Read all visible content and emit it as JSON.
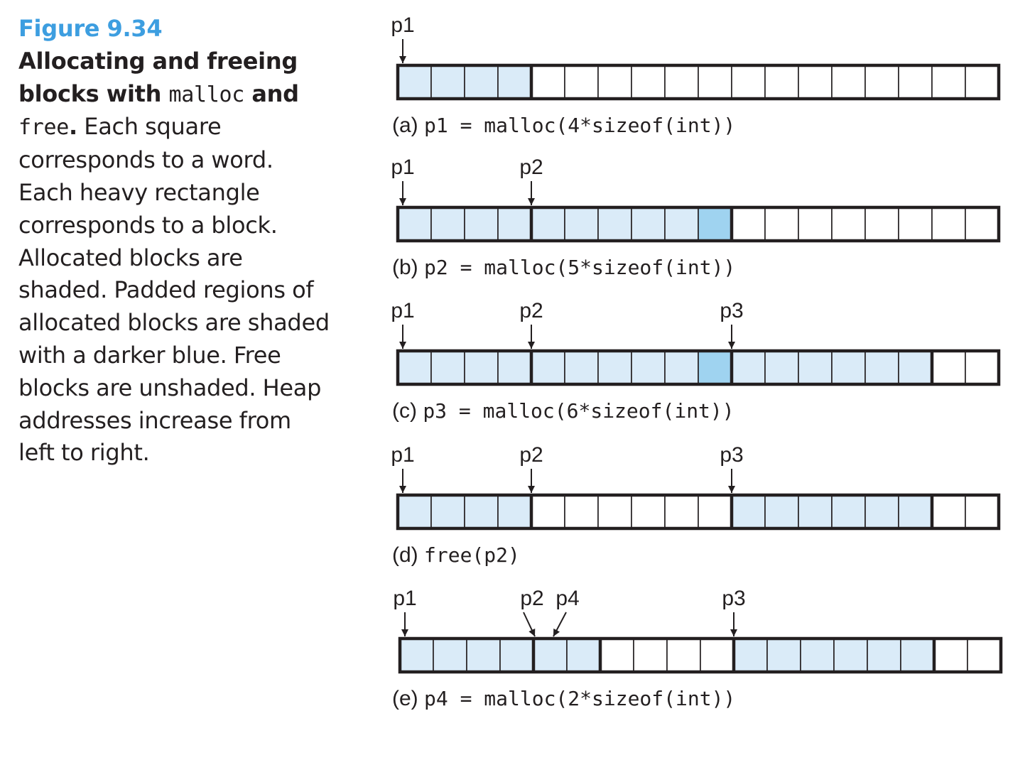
{
  "caption": {
    "figure_number": "Figure 9.34",
    "title_part1": "Allocating and freeing blocks with",
    "title_code1": "malloc",
    "title_part2": "and",
    "title_code2": "free",
    "title_part3": ".",
    "body": "Each square corresponds to a word. Each heavy rectangle corresponds to a block. Allocated blocks are shaded. Padded regions of allocated blocks are shaded with a darker blue. Free blocks are unshaded. Heap addresses increase from left to right."
  },
  "colors": {
    "allocated": "#daebf8",
    "padding": "#9fd3f0",
    "free": "#ffffff",
    "figure_accent": "#3d9ee0",
    "ink": "#231f20"
  },
  "word_count": 18,
  "rows": [
    {
      "id": "a",
      "prefix": "(a)",
      "code": "p1 = malloc(4*sizeof(int))",
      "blocks": [
        {
          "state": "allocated",
          "words": 4,
          "payload": 4
        },
        {
          "state": "free",
          "words": 14
        }
      ],
      "pointers": [
        {
          "label": "p1",
          "word": 0
        }
      ]
    },
    {
      "id": "b",
      "prefix": "(b)",
      "code": "p2 = malloc(5*sizeof(int))",
      "blocks": [
        {
          "state": "allocated",
          "words": 4,
          "payload": 4
        },
        {
          "state": "allocated",
          "words": 6,
          "payload": 5
        },
        {
          "state": "free",
          "words": 8
        }
      ],
      "pointers": [
        {
          "label": "p1",
          "word": 0
        },
        {
          "label": "p2",
          "word": 4
        }
      ]
    },
    {
      "id": "c",
      "prefix": "(c)",
      "code": "p3 = malloc(6*sizeof(int))",
      "blocks": [
        {
          "state": "allocated",
          "words": 4,
          "payload": 4
        },
        {
          "state": "allocated",
          "words": 6,
          "payload": 5
        },
        {
          "state": "allocated",
          "words": 6,
          "payload": 6
        },
        {
          "state": "free",
          "words": 2
        }
      ],
      "pointers": [
        {
          "label": "p1",
          "word": 0
        },
        {
          "label": "p2",
          "word": 4
        },
        {
          "label": "p3",
          "word": 10
        }
      ]
    },
    {
      "id": "d",
      "prefix": "(d)",
      "code": "free(p2)",
      "blocks": [
        {
          "state": "allocated",
          "words": 4,
          "payload": 4
        },
        {
          "state": "free",
          "words": 6
        },
        {
          "state": "allocated",
          "words": 6,
          "payload": 6
        },
        {
          "state": "free",
          "words": 2
        }
      ],
      "pointers": [
        {
          "label": "p1",
          "word": 0
        },
        {
          "label": "p2",
          "word": 4
        },
        {
          "label": "p3",
          "word": 10
        }
      ]
    },
    {
      "id": "e",
      "prefix": "(e)",
      "code": "p4 = malloc(2*sizeof(int))",
      "blocks": [
        {
          "state": "allocated",
          "words": 4,
          "payload": 4
        },
        {
          "state": "allocated",
          "words": 2,
          "payload": 2
        },
        {
          "state": "free",
          "words": 4
        },
        {
          "state": "allocated",
          "words": 6,
          "payload": 6
        },
        {
          "state": "free",
          "words": 2
        }
      ],
      "pointers": [
        {
          "label": "p1",
          "word": 0
        },
        {
          "label": "p2",
          "word": 4,
          "slant": "right"
        },
        {
          "label": "p4",
          "word": 4,
          "slant": "left"
        },
        {
          "label": "p3",
          "word": 10
        }
      ]
    }
  ]
}
